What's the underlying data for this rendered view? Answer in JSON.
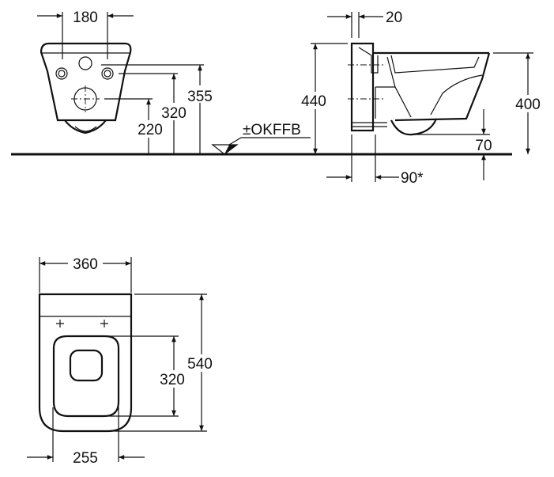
{
  "front_view": {
    "width_label": "180",
    "height_355": "355",
    "height_320": "320",
    "height_220": "220"
  },
  "floor": {
    "label": "±OKFFB"
  },
  "side_view": {
    "wall_offset": "20",
    "height_440": "440",
    "height_400": "400",
    "clearance_70": "70",
    "depth_90": "90*"
  },
  "top_view": {
    "width_360": "360",
    "length_540": "540",
    "seat_320": "320",
    "seat_width_255": "255"
  }
}
